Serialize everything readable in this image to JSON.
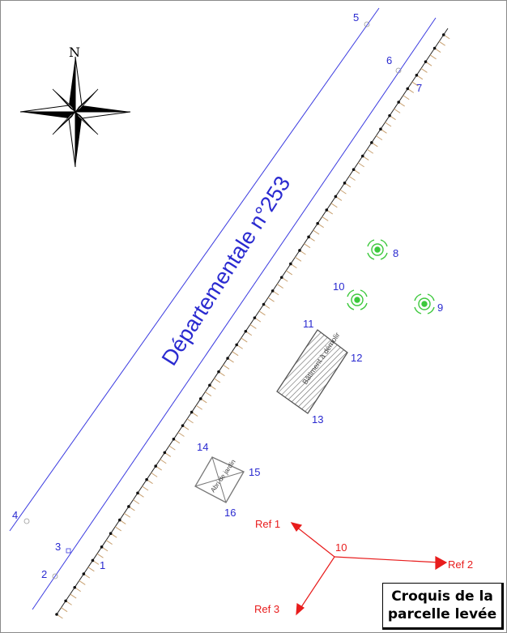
{
  "colors": {
    "road": "#3a3ae0",
    "label": "#2a2ad0",
    "ref": "#e81c1c",
    "tree": "#3cc83c",
    "building": "#555555",
    "fence_tick": "#c8a070"
  },
  "compass": {
    "north_label": "N",
    "icon": "compass-rose-icon"
  },
  "road": {
    "name": "Départementale n°253"
  },
  "points": [
    {
      "id": "p1",
      "label": "1"
    },
    {
      "id": "p2",
      "label": "2"
    },
    {
      "id": "p3",
      "label": "3"
    },
    {
      "id": "p4",
      "label": "4"
    },
    {
      "id": "p5",
      "label": "5"
    },
    {
      "id": "p6",
      "label": "6"
    },
    {
      "id": "p7",
      "label": "7"
    },
    {
      "id": "p8",
      "label": "8"
    },
    {
      "id": "p9",
      "label": "9"
    },
    {
      "id": "p10",
      "label": "10"
    },
    {
      "id": "p11",
      "label": "11"
    },
    {
      "id": "p12",
      "label": "12"
    },
    {
      "id": "p13",
      "label": "13"
    },
    {
      "id": "p14",
      "label": "14"
    },
    {
      "id": "p15",
      "label": "15"
    },
    {
      "id": "p16",
      "label": "16"
    }
  ],
  "buildings": [
    {
      "label": "Bâtiment à démolir",
      "icon": "hatched-building-icon"
    },
    {
      "label": "Abri de jardin",
      "icon": "crossed-shed-icon"
    }
  ],
  "trees": [
    {
      "label": "8",
      "icon": "tree-icon"
    },
    {
      "label": "9",
      "icon": "tree-icon"
    },
    {
      "label": "10",
      "icon": "tree-icon"
    }
  ],
  "station": {
    "label": "10",
    "refs": [
      "Ref 1",
      "Ref 2",
      "Ref 3"
    ]
  },
  "caption": {
    "line1": "Croquis de la",
    "line2": "parcelle levée"
  }
}
